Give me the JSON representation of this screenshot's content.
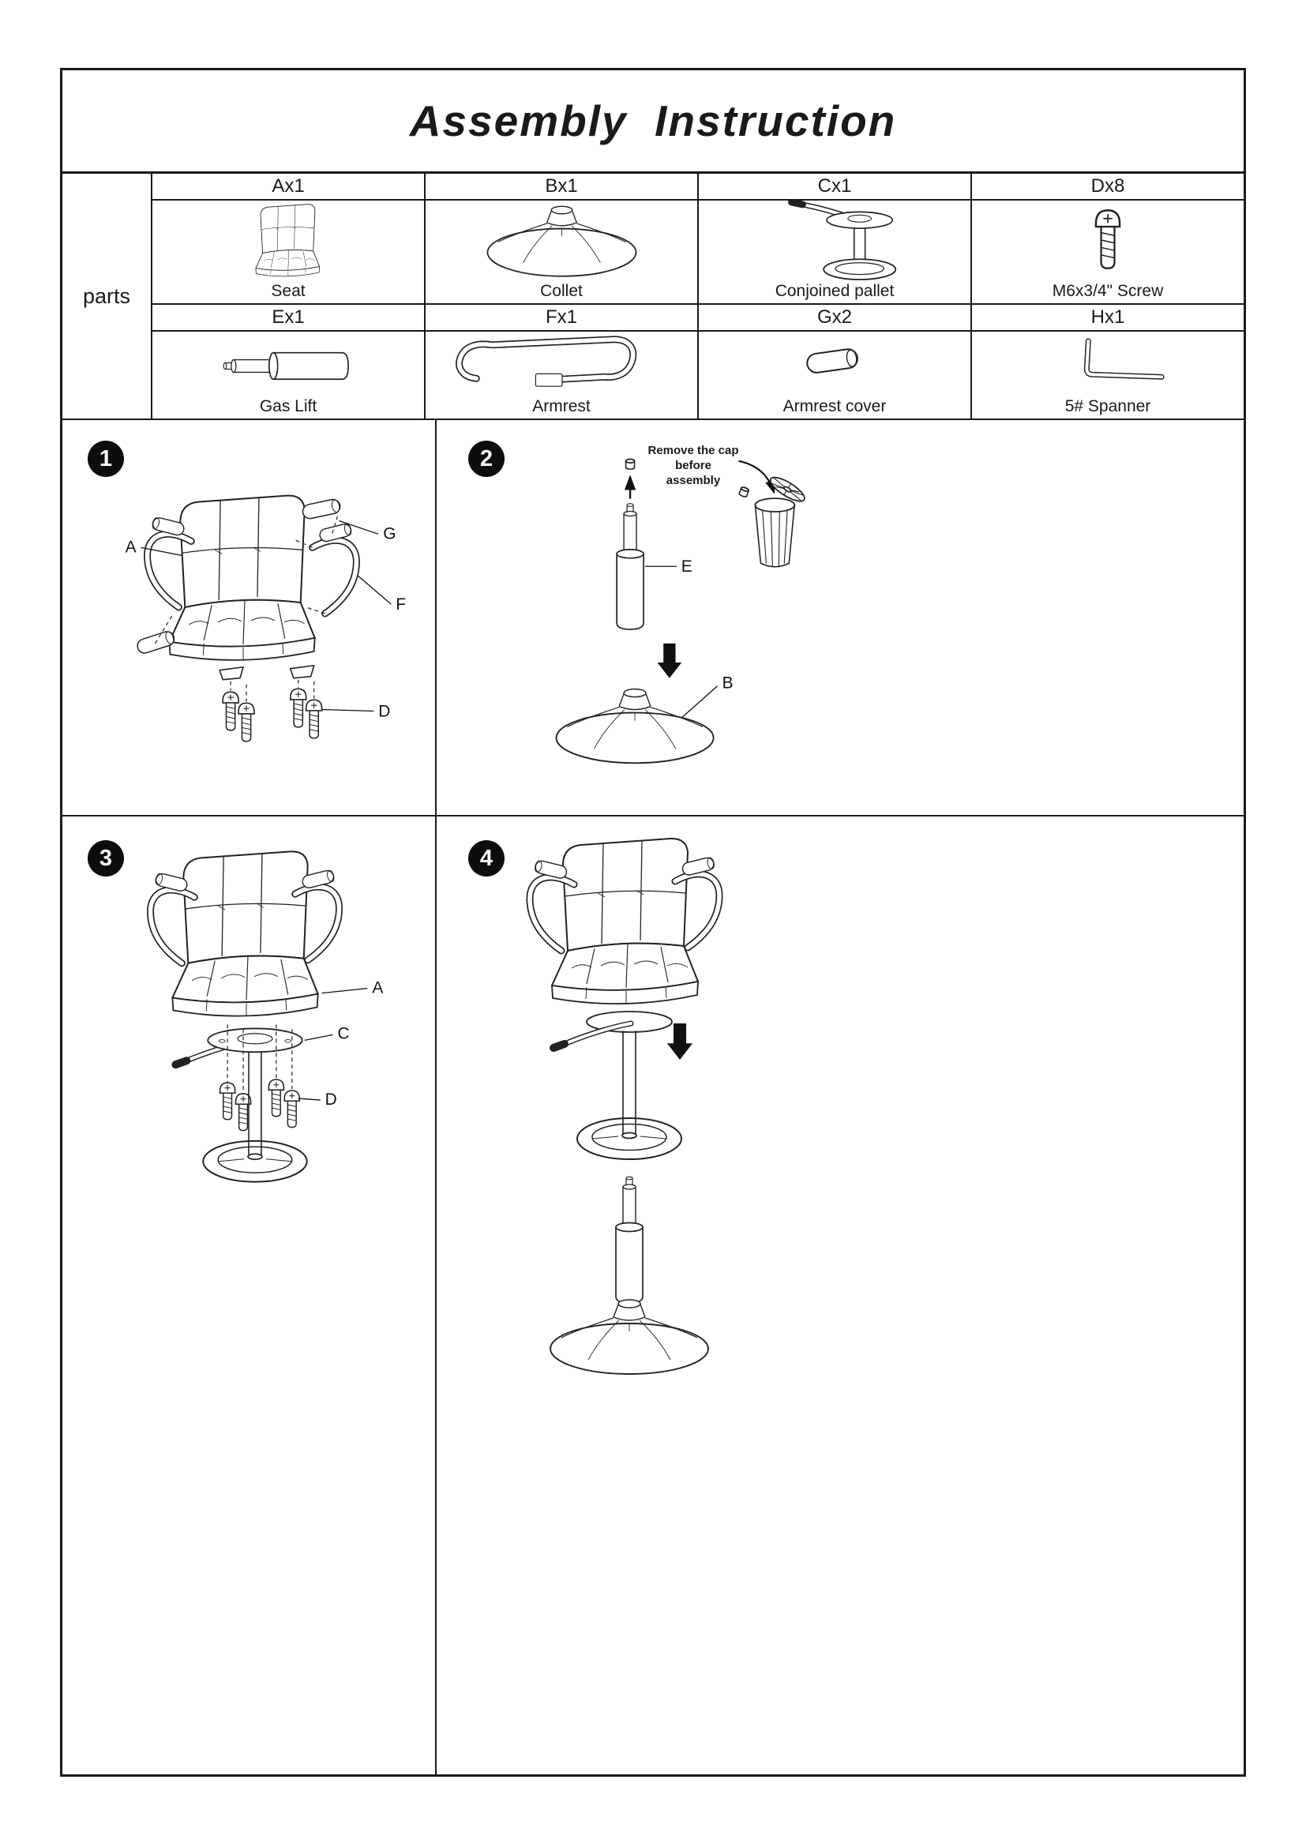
{
  "title": "Assembly  Instruction",
  "parts_table": {
    "row_label": "parts",
    "items": [
      {
        "code": "Ax1",
        "name": "Seat"
      },
      {
        "code": "Bx1",
        "name": "Collet"
      },
      {
        "code": "Cx1",
        "name": "Conjoined pallet"
      },
      {
        "code": "Dx8",
        "name": "M6x3/4\" Screw"
      },
      {
        "code": "Ex1",
        "name": "Gas Lift"
      },
      {
        "code": "Fx1",
        "name": "Armrest"
      },
      {
        "code": "Gx2",
        "name": "Armrest cover"
      },
      {
        "code": "Hx1",
        "name": "5# Spanner"
      }
    ]
  },
  "steps": {
    "s1": {
      "num": "1",
      "label_a": "A",
      "label_g": "G",
      "label_f": "F",
      "label_d": "D"
    },
    "s2": {
      "num": "2",
      "note": "Remove the cap before assembly",
      "label_e": "E",
      "label_b": "B"
    },
    "s3": {
      "num": "3",
      "label_a": "A",
      "label_c": "C",
      "label_d": "D"
    },
    "s4": {
      "num": "4"
    }
  }
}
